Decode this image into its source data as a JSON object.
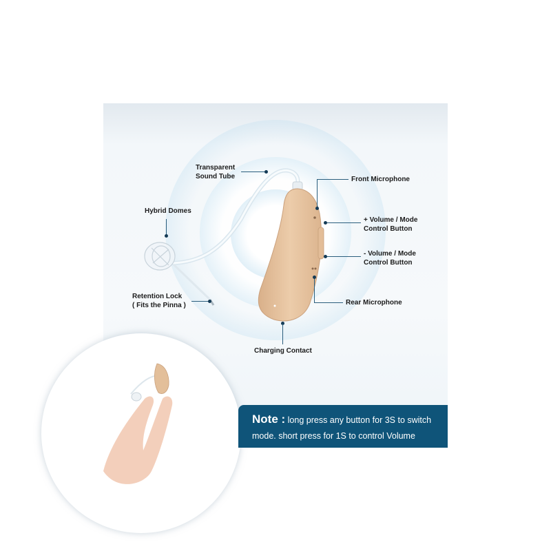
{
  "labels": {
    "sound_tube": [
      "Transparent",
      "Sound Tube"
    ],
    "hybrid_domes": "Hybrid Domes",
    "retention_lock": [
      "Retention Lock",
      "( Fits the Pinna )"
    ],
    "front_mic": "Front Microphone",
    "vol_up": [
      "+ Volume / Mode",
      "Control Button"
    ],
    "vol_down": [
      "- Volume / Mode",
      "Control Button"
    ],
    "rear_mic": "Rear Microphone",
    "charging": "Charging Contact"
  },
  "note": {
    "key": "Note :",
    "text_line1": " long press any button for 3S to switch",
    "text_line2": "mode. short press for 1S to control Volume"
  },
  "colors": {
    "note_bg": "#0f5479",
    "device_beige": "#e8c6a4",
    "ring_blue": "#cfe5f2",
    "leader_line": "#2a5d7c"
  }
}
